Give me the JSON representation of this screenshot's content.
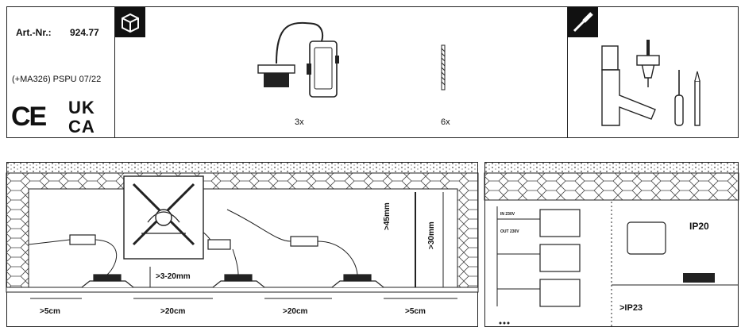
{
  "header": {
    "article_label": "Art.-Nr.:",
    "article_number": "924.77",
    "revision": "(+MA326) PSPU  07/22",
    "marks": [
      "CE",
      "UK",
      "CA"
    ]
  },
  "parts": {
    "lamp_qty": "3x",
    "screw_qty": "6x"
  },
  "icons": {
    "box": "package-box-icon",
    "tools": "screwdriver-icon"
  },
  "diagram": {
    "depth_spacing": ">3-20mm",
    "spacing_left": ">5cm",
    "spacing_mid1": ">20cm",
    "spacing_mid2": ">20cm",
    "spacing_right": ">5cm",
    "clearance_1": ">45mm",
    "clearance_2": ">30mm"
  },
  "wiring": {
    "in_label": "IN 230V",
    "out_label": "OUT 230V",
    "ip20": "IP20",
    "ip23": ">IP23"
  }
}
